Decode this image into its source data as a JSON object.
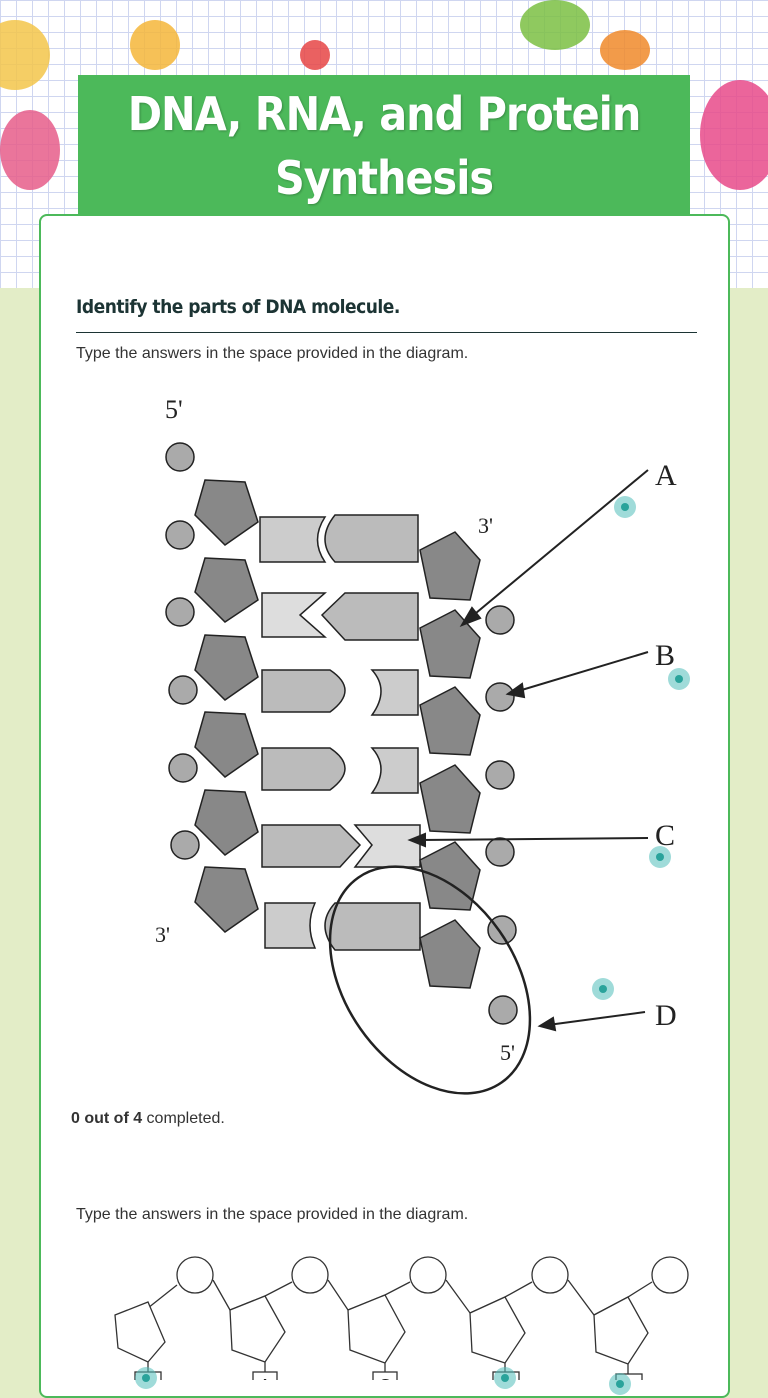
{
  "header": {
    "title": "DNA, RNA, and Protein Synthesis"
  },
  "question1": {
    "title": "Identify the parts of DNA molecule.",
    "instructions": "Type the answers in the space provided in the diagram.",
    "diagram_labels": {
      "top_left": "5'",
      "top_right": "3'",
      "bottom_left": "3'",
      "bottom_right": "5'",
      "a": "A",
      "b": "B",
      "c": "C",
      "d": "D"
    },
    "hotspots": [
      "A",
      "B",
      "C",
      "D"
    ],
    "progress": {
      "completed": "0 out of 4",
      "suffix": " completed."
    }
  },
  "question2": {
    "instructions": "Type the answers in the space provided in the diagram.",
    "base_labels": [
      "",
      "A",
      "C",
      "",
      ""
    ]
  },
  "colors": {
    "brand_green": "#4cb95a",
    "page_bg": "#e3edc7",
    "hotspot": "#2aa39b"
  }
}
